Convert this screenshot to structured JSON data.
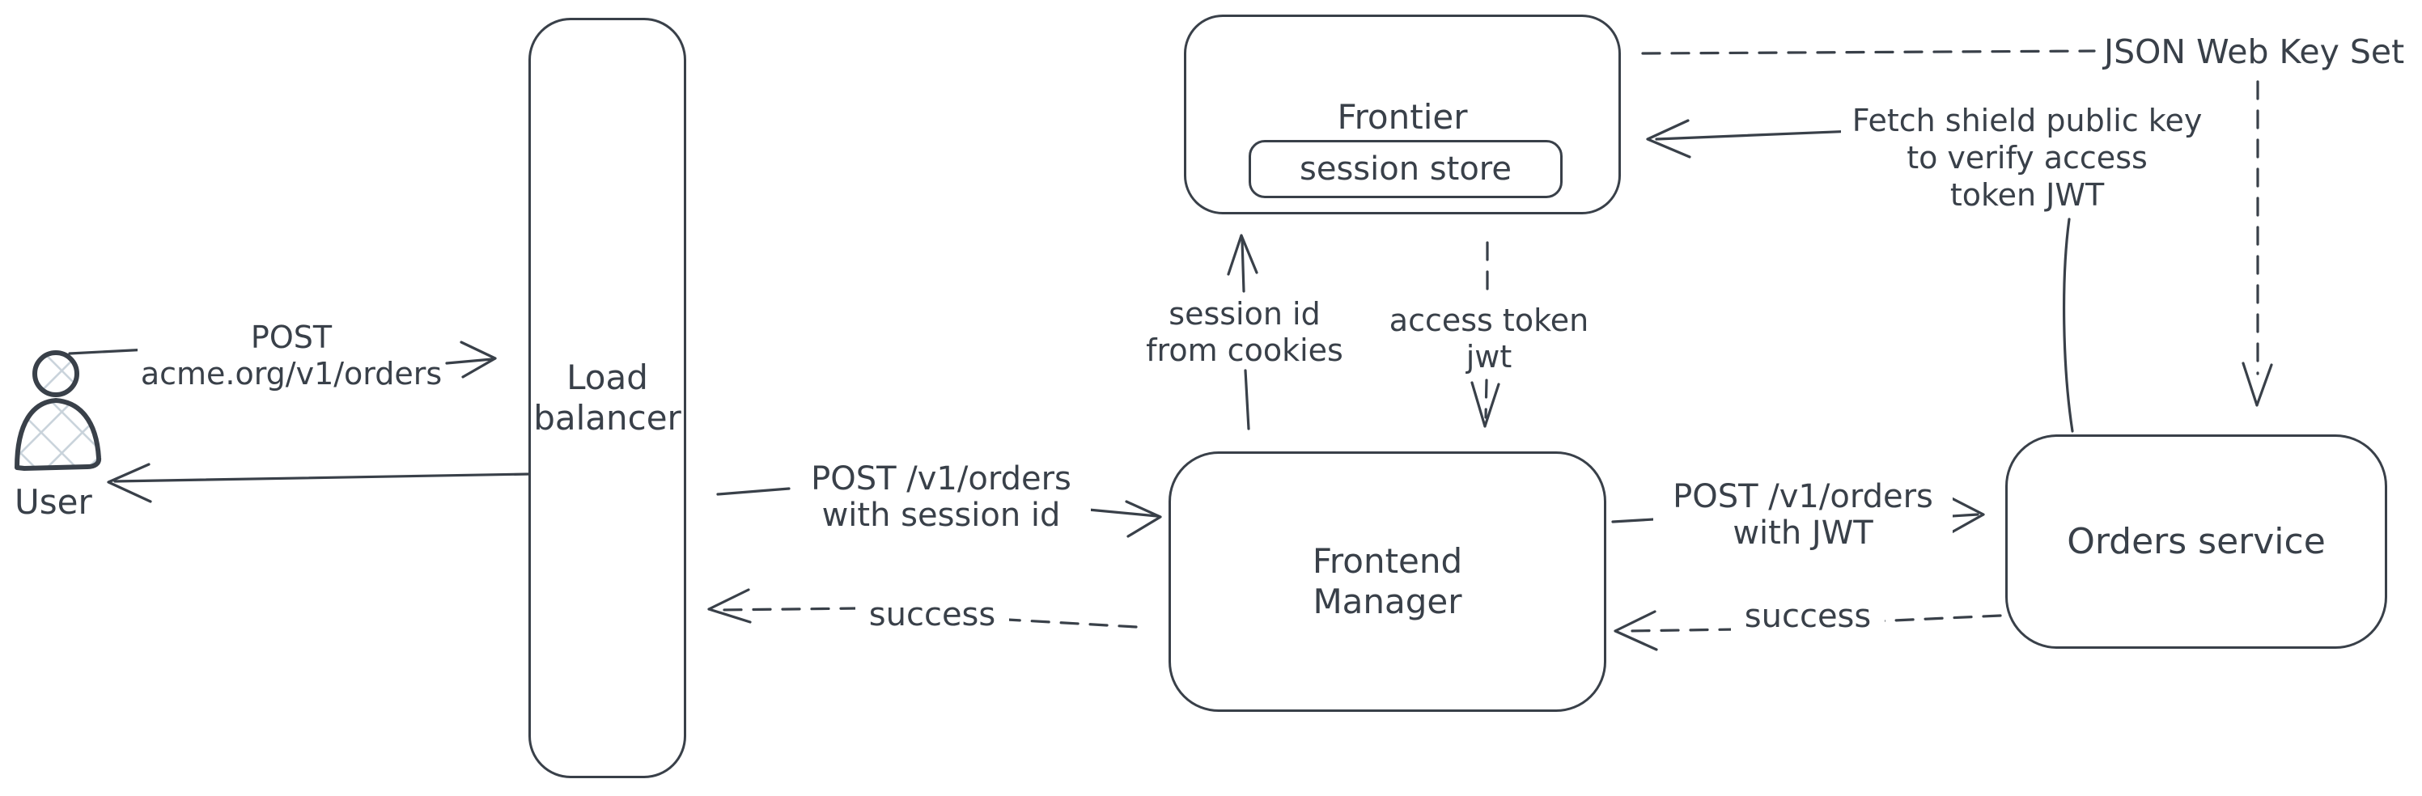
{
  "diagram": {
    "colors": {
      "stroke": "#394049",
      "hatch": "#c8d2da",
      "background": "#ffffff"
    },
    "nodes": {
      "user": {
        "label": "User"
      },
      "load_balancer": {
        "lines": [
          "Load",
          "balancer"
        ]
      },
      "frontier": {
        "label": "Frontier",
        "session_store": {
          "label": "session store"
        }
      },
      "frontend_manager": {
        "lines": [
          "Frontend",
          "Manager"
        ]
      },
      "orders_service": {
        "label": "Orders service"
      }
    },
    "edges": {
      "user_request": {
        "from": "User",
        "to": "Load balancer",
        "style": "solid",
        "lines": [
          "POST",
          "acme.org/v1/orders"
        ]
      },
      "user_response": {
        "from": "Load balancer",
        "to": "User",
        "style": "solid",
        "lines": []
      },
      "lb_request": {
        "from": "Load balancer",
        "to": "Frontend Manager",
        "style": "solid",
        "lines": [
          "POST /v1/orders",
          "with session id"
        ]
      },
      "lb_success": {
        "from": "Frontend Manager",
        "to": "Load balancer",
        "style": "dashed",
        "label": "success"
      },
      "session_lookup": {
        "from": "Frontend Manager",
        "to": "Frontier",
        "style": "solid",
        "lines": [
          "session id",
          "from cookies"
        ]
      },
      "access_token": {
        "from": "Frontier",
        "to": "Frontend Manager",
        "style": "dashed",
        "lines": [
          "access token",
          "jwt"
        ]
      },
      "fm_request": {
        "from": "Frontend Manager",
        "to": "Orders service",
        "style": "solid",
        "lines": [
          "POST /v1/orders",
          "with JWT"
        ]
      },
      "fm_success": {
        "from": "Orders service",
        "to": "Frontend Manager",
        "style": "dashed",
        "label": "success"
      },
      "fetch_key": {
        "from": "Orders service",
        "to": "Frontier",
        "style": "solid",
        "lines": [
          "Fetch shield public key",
          "to verify access",
          "token JWT"
        ]
      },
      "jwks": {
        "from": "Frontier",
        "to": "Orders service",
        "style": "dashed",
        "label": "JSON Web Key Set"
      }
    }
  }
}
